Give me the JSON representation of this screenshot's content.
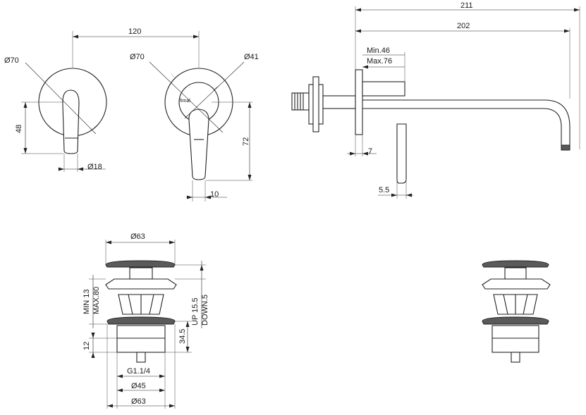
{
  "drawing": {
    "mixer_front": {
      "d_plate_left": "Ø70",
      "height_lever": "48",
      "d_lever": "Ø18",
      "spacing": "120"
    },
    "spout_front": {
      "d_plate": "Ø70",
      "d_rosette": "Ø41",
      "brand": "fimal",
      "lever_drop": "72",
      "offset": "10"
    },
    "side": {
      "total": "211",
      "projection": "202",
      "wall_min": "Min.46",
      "wall_max": "Max.76",
      "plate": "7",
      "lever_gap": "5.5"
    },
    "waste": {
      "d_cap": "Ø63",
      "min": "MIN 13",
      "max": "MAX.80",
      "up": "UP 15.5",
      "down": "DOWN.5",
      "height": "34.5",
      "thread_len": "12",
      "thread": "G1.1/4",
      "d_body": "Ø45",
      "d_flange": "Ø63"
    }
  }
}
